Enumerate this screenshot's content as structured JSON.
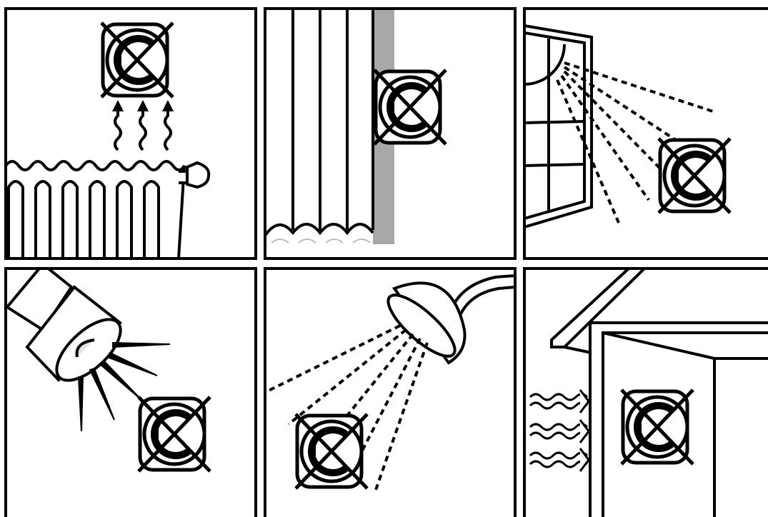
{
  "colors": {
    "ink": "#000000",
    "paper": "#ffffff",
    "wall_shade": "#a8a8a8",
    "lamp_lens": "#e4e4e4"
  },
  "panels": [
    {
      "id": "radiator",
      "hazard": "heat-from-radiator",
      "icon": "device-prohibited-icon"
    },
    {
      "id": "curtain",
      "hazard": "behind-curtain",
      "icon": "device-prohibited-icon"
    },
    {
      "id": "window",
      "hazard": "direct-sunlight-through-window",
      "icon": "device-prohibited-icon"
    },
    {
      "id": "lamp",
      "hazard": "spotlight-lamp",
      "icon": "device-prohibited-icon"
    },
    {
      "id": "shower",
      "hazard": "water-spray",
      "icon": "device-prohibited-icon"
    },
    {
      "id": "door",
      "hazard": "draught-at-open-door",
      "icon": "device-prohibited-icon"
    }
  ]
}
